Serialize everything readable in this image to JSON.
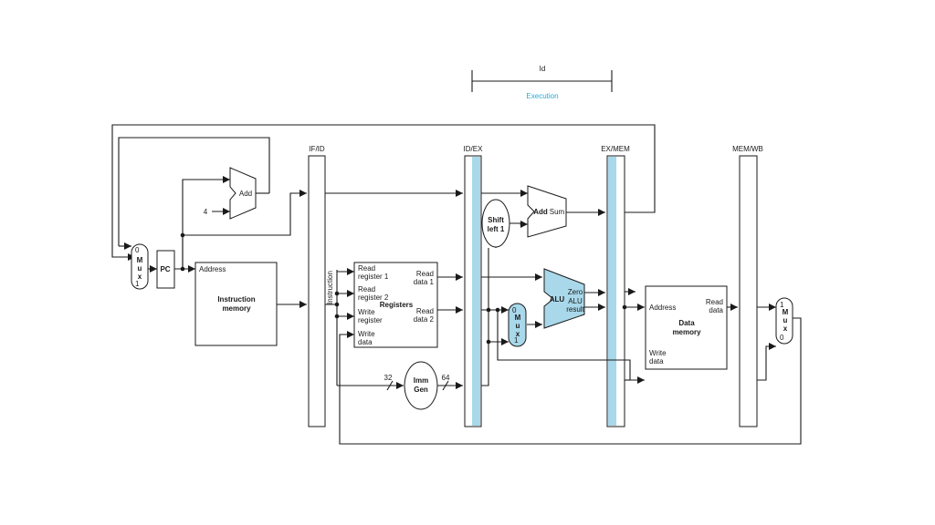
{
  "stage_bracket": {
    "label": "Id",
    "sublabel": "Execution",
    "sublabel_color": "#29a9d6"
  },
  "pipeline_registers": {
    "if_id": "IF/ID",
    "id_ex": "ID/EX",
    "ex_mem": "EX/MEM",
    "mem_wb": "MEM/WB"
  },
  "pc": {
    "label": "PC"
  },
  "pc_mux": {
    "in0": "0",
    "m": "M",
    "u": "u",
    "x": "x",
    "in1": "1"
  },
  "adder_pc": {
    "label": "Add",
    "const_input": "4"
  },
  "instruction_memory": {
    "address": "Address",
    "title_line1": "Instruction",
    "title_line2": "memory"
  },
  "instruction_bus_label": "Instruction",
  "registers": {
    "read_reg1_a": "Read",
    "read_reg1_b": "register 1",
    "read_reg2_a": "Read",
    "read_reg2_b": "register 2",
    "write_reg_a": "Write",
    "write_reg_b": "register",
    "write_data_a": "Write",
    "write_data_b": "data",
    "read_data1_a": "Read",
    "read_data1_b": "data 1",
    "read_data2_a": "Read",
    "read_data2_b": "data 2",
    "title": "Registers"
  },
  "imm_gen": {
    "line1": "Imm",
    "line2": "Gen",
    "in_width": "32",
    "out_width": "64"
  },
  "shift_left": {
    "line1": "Shift",
    "line2": "left 1"
  },
  "branch_adder": {
    "label": "Add",
    "out": "Sum"
  },
  "alu_mux": {
    "in0": "0",
    "m": "M",
    "u": "u",
    "x": "x",
    "in1": "1"
  },
  "alu": {
    "label": "ALU",
    "zero": "Zero",
    "result_a": "ALU",
    "result_b": "result"
  },
  "data_memory": {
    "address": "Address",
    "read_a": "Read",
    "read_b": "data",
    "write_a": "Write",
    "write_b": "data",
    "title_line1": "Data",
    "title_line2": "memory"
  },
  "wb_mux": {
    "in1": "1",
    "m": "M",
    "u": "u",
    "x": "x",
    "in0": "0"
  },
  "colors": {
    "unit_fill": "#a8d8ea",
    "accent": "#29a9d6"
  }
}
